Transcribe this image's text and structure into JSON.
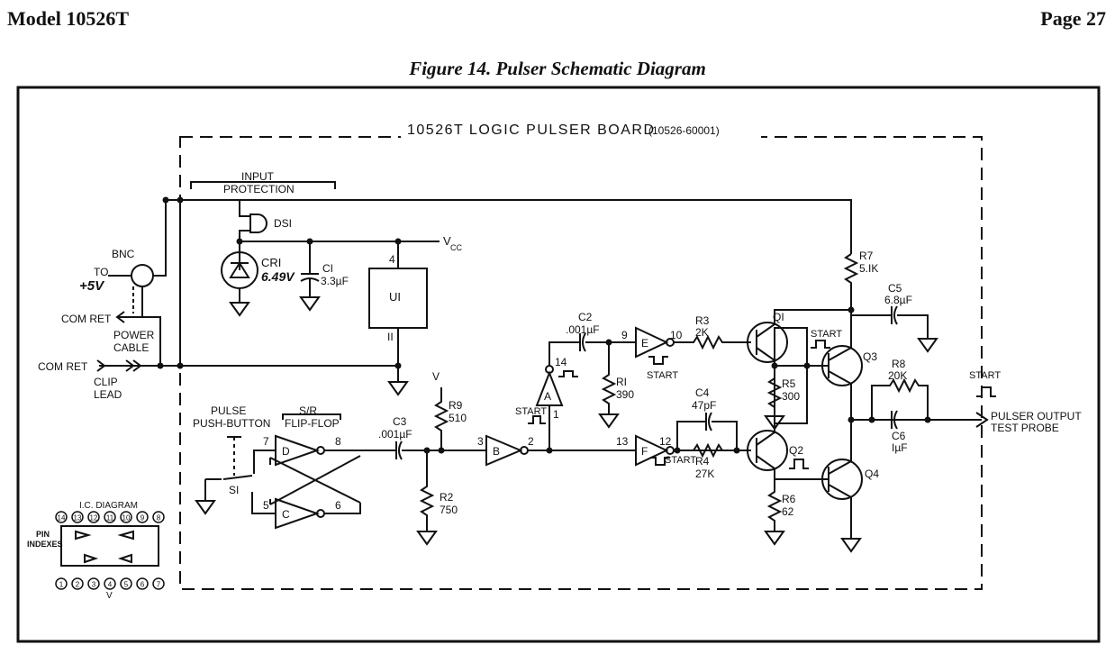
{
  "header": {
    "model": "Model 10526T",
    "page": "Page 27"
  },
  "figure_title": "Figure 14.  Pulser Schematic Diagram",
  "board": {
    "name": "10526T LOGIC PULSER BOARD",
    "part_no": "(10526-60001)"
  },
  "labels": {
    "input": "INPUT",
    "protection": "PROTECTION",
    "ds1": "DSI",
    "vcc": "V",
    "vcc_sub": "CC",
    "cr1": "CRI",
    "cr1_v": "6.49V",
    "c1": "CI",
    "c1_val": "3.3µF",
    "u1": "UI",
    "pin4": "4",
    "pin11": "II",
    "bnc": "BNC",
    "to": "TO",
    "plus5v": "+5V",
    "com_ret_1": "COM RET",
    "power": "POWER",
    "cable": "CABLE",
    "com_ret_2": "COM RET",
    "clip": "CLIP",
    "lead": "LEAD",
    "pulse": "PULSE",
    "push_button": "PUSH-BUTTON",
    "sr": "S/R",
    "flip_flop": "FLIP-FLOP",
    "s1": "SI",
    "gate_d": "D",
    "gate_c": "C",
    "gate_b": "B",
    "gate_a": "A",
    "gate_e": "E",
    "gate_f": "F",
    "p7": "7",
    "p8": "8",
    "p5": "5",
    "p6": "6",
    "p3": "3",
    "p2": "2",
    "p14": "14",
    "p1": "1",
    "p9": "9",
    "p10": "10",
    "p13": "13",
    "p12": "12",
    "c3": "C3",
    "c3_val": ".001µF",
    "r9": "R9",
    "r9_val": "510",
    "r2": "R2",
    "r2_val": "750",
    "c2": "C2",
    "c2_val": ".001µF",
    "r1": "RI",
    "r1_val": "390",
    "start": "START",
    "r3": "R3",
    "r3_val": "2K",
    "c4": "C4",
    "c4_val": "47pF",
    "r4": "R4",
    "r4_val": "27K",
    "q1": "QI",
    "q2": "Q2",
    "q3": "Q3",
    "q4": "Q4",
    "r5": "R5",
    "r5_val": "300",
    "r6": "R6",
    "r6_val": "62",
    "r7": "R7",
    "r7_val": "5.IK",
    "c5": "C5",
    "c5_val": "6.8µF",
    "r8": "R8",
    "r8_val": "20K",
    "c6": "C6",
    "c6_val": "IµF",
    "pulser_output": "PULSER OUTPUT",
    "test_probe": "TEST PROBE",
    "ic_diagram": "I.C. DIAGRAM",
    "pin_indexes_1": "PIN",
    "pin_indexes_2": "INDEXES",
    "ic_pins_top": [
      "14",
      "13",
      "12",
      "11",
      "10",
      "9",
      "8"
    ],
    "ic_pins_bottom": [
      "1",
      "2",
      "3",
      "4",
      "5",
      "6",
      "7"
    ]
  }
}
